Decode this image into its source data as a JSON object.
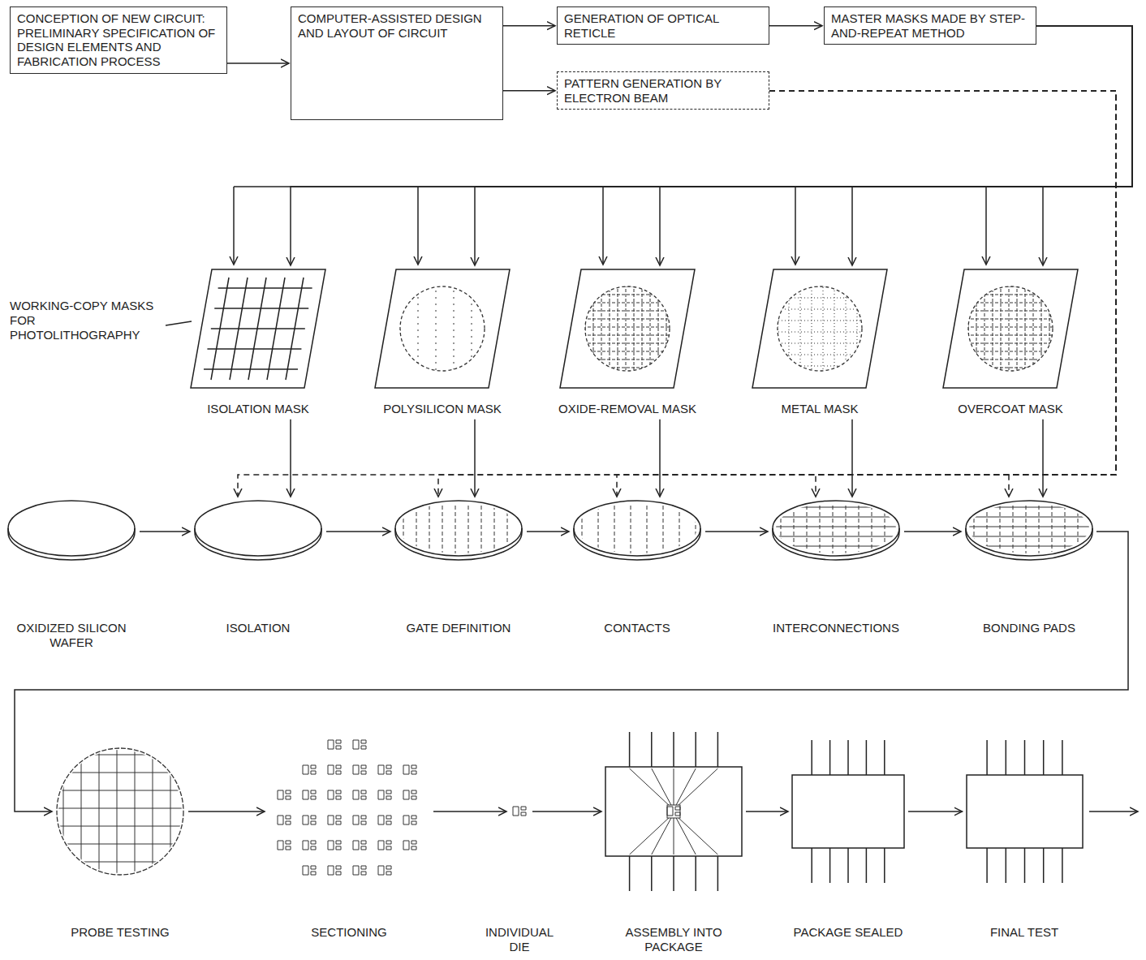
{
  "diagram": {
    "nodes": [
      {
        "text": [
          "CONCEPTION OF NEW CIRCUIT: PRELIMINARY SPECIFICATION OF DESIGN ELEMENTS AND FABRICATION PROCESS"
        ]
      },
      {
        "text": [
          "COMPUTER-ASSISTED DESIGN AND LAYOUT OF CIRCUIT"
        ]
      },
      {
        "text": [
          "GENERATION OF OPTICAL RETICLE"
        ]
      },
      {
        "text": [
          "MASTER MASKS MADE BY STEP-AND-REPEAT METHOD"
        ]
      },
      {
        "text": [
          "PATTERN GENERATION BY ELECTRON BEAM"
        ]
      },
      {
        "text": [
          "ISOLATION MASK"
        ]
      },
      {
        "text": [
          "POLYSILICON MASK"
        ]
      },
      {
        "text": [
          "OXIDE-REMOVAL MASK"
        ]
      },
      {
        "text": [
          "METAL MASK"
        ]
      },
      {
        "text": [
          "OVERCOAT MASK"
        ]
      },
      {
        "text": [
          "OXIDIZED SILICON WAFER"
        ]
      },
      {
        "text": [
          "ISOLATION"
        ]
      },
      {
        "text": [
          "GATE DEFINITION"
        ]
      },
      {
        "text": [
          "CONTACTS"
        ]
      },
      {
        "text": [
          "INTERCONNECTIONS"
        ]
      },
      {
        "text": [
          "BONDING PADS"
        ]
      },
      {
        "text": [
          "PROBE TESTING"
        ]
      },
      {
        "text": [
          "SECTIONING"
        ]
      },
      {
        "text": [
          "INDIVIDUAL DIE"
        ]
      },
      {
        "text": [
          "ASSEMBLY INTO PACKAGE"
        ]
      },
      {
        "text": [
          "PACKAGE SEALED"
        ]
      },
      {
        "text": [
          "FINAL TEST"
        ]
      }
    ],
    "edges": [
      {
        "from": 0,
        "to": 1,
        "arrow": "to"
      },
      {
        "from": 1,
        "to": 2,
        "arrow": "to"
      },
      {
        "from": 1,
        "to": 4,
        "arrow": "to"
      },
      {
        "from": 2,
        "to": 3,
        "arrow": "to"
      },
      {
        "from": 3,
        "to": 5,
        "arrow": "to"
      },
      {
        "from": 3,
        "to": 6,
        "arrow": "to"
      },
      {
        "from": 3,
        "to": 7,
        "arrow": "to"
      },
      {
        "from": 3,
        "to": 8,
        "arrow": "to"
      },
      {
        "from": 3,
        "to": 9,
        "arrow": "to"
      },
      {
        "from": 4,
        "to": 11,
        "arrow": "to"
      },
      {
        "from": 4,
        "to": 12,
        "arrow": "to"
      },
      {
        "from": 4,
        "to": 13,
        "arrow": "to"
      },
      {
        "from": 4,
        "to": 14,
        "arrow": "to"
      },
      {
        "from": 4,
        "to": 15,
        "arrow": "to"
      },
      {
        "from": 5,
        "to": 11,
        "arrow": "to"
      },
      {
        "from": 6,
        "to": 12,
        "arrow": "to"
      },
      {
        "from": 7,
        "to": 13,
        "arrow": "to"
      },
      {
        "from": 8,
        "to": 14,
        "arrow": "to"
      },
      {
        "from": 9,
        "to": 15,
        "arrow": "to"
      },
      {
        "from": 10,
        "to": 11,
        "arrow": "to"
      },
      {
        "from": 11,
        "to": 12,
        "arrow": "to"
      },
      {
        "from": 12,
        "to": 13,
        "arrow": "to"
      },
      {
        "from": 13,
        "to": 14,
        "arrow": "to"
      },
      {
        "from": 14,
        "to": 15,
        "arrow": "to"
      },
      {
        "from": 15,
        "to": 16,
        "arrow": "to"
      },
      {
        "from": 16,
        "to": 17,
        "arrow": "to"
      },
      {
        "from": 17,
        "to": 18,
        "arrow": "to"
      },
      {
        "from": 18,
        "to": 19,
        "arrow": "to"
      },
      {
        "from": 19,
        "to": 20,
        "arrow": "to"
      },
      {
        "from": 20,
        "to": 21,
        "arrow": "to"
      }
    ],
    "labels": [
      "WORKING-COPY MASKS FOR PHOTOLITHOGRAPHY"
    ]
  }
}
